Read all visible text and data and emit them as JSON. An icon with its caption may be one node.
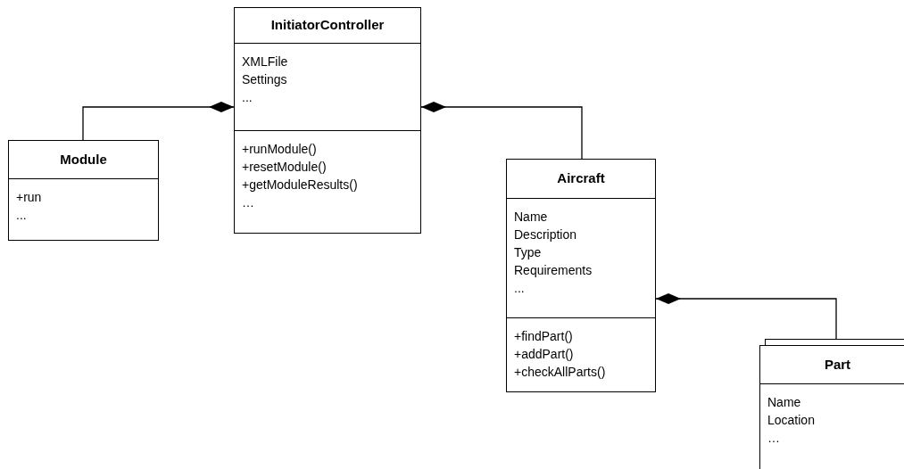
{
  "diagram": {
    "nodes": [
      {
        "text": [
          "InitiatorController",
          "XMLFile Settings ...",
          "+runModule() +resetModule() +getModuleResults() …"
        ]
      },
      {
        "text": [
          "Module",
          "+run ..."
        ]
      },
      {
        "text": [
          "Aircraft",
          "Name Description Type Requirements ...",
          "+findPart() +addPart() +checkAllParts()"
        ]
      },
      {
        "text": [
          "Part",
          "Name Location …"
        ]
      }
    ],
    "edges": [
      {
        "from": 0,
        "to": 1,
        "arrow": "other"
      },
      {
        "from": 0,
        "to": 2,
        "arrow": "other"
      },
      {
        "from": 2,
        "to": 3,
        "arrow": "other"
      }
    ]
  }
}
